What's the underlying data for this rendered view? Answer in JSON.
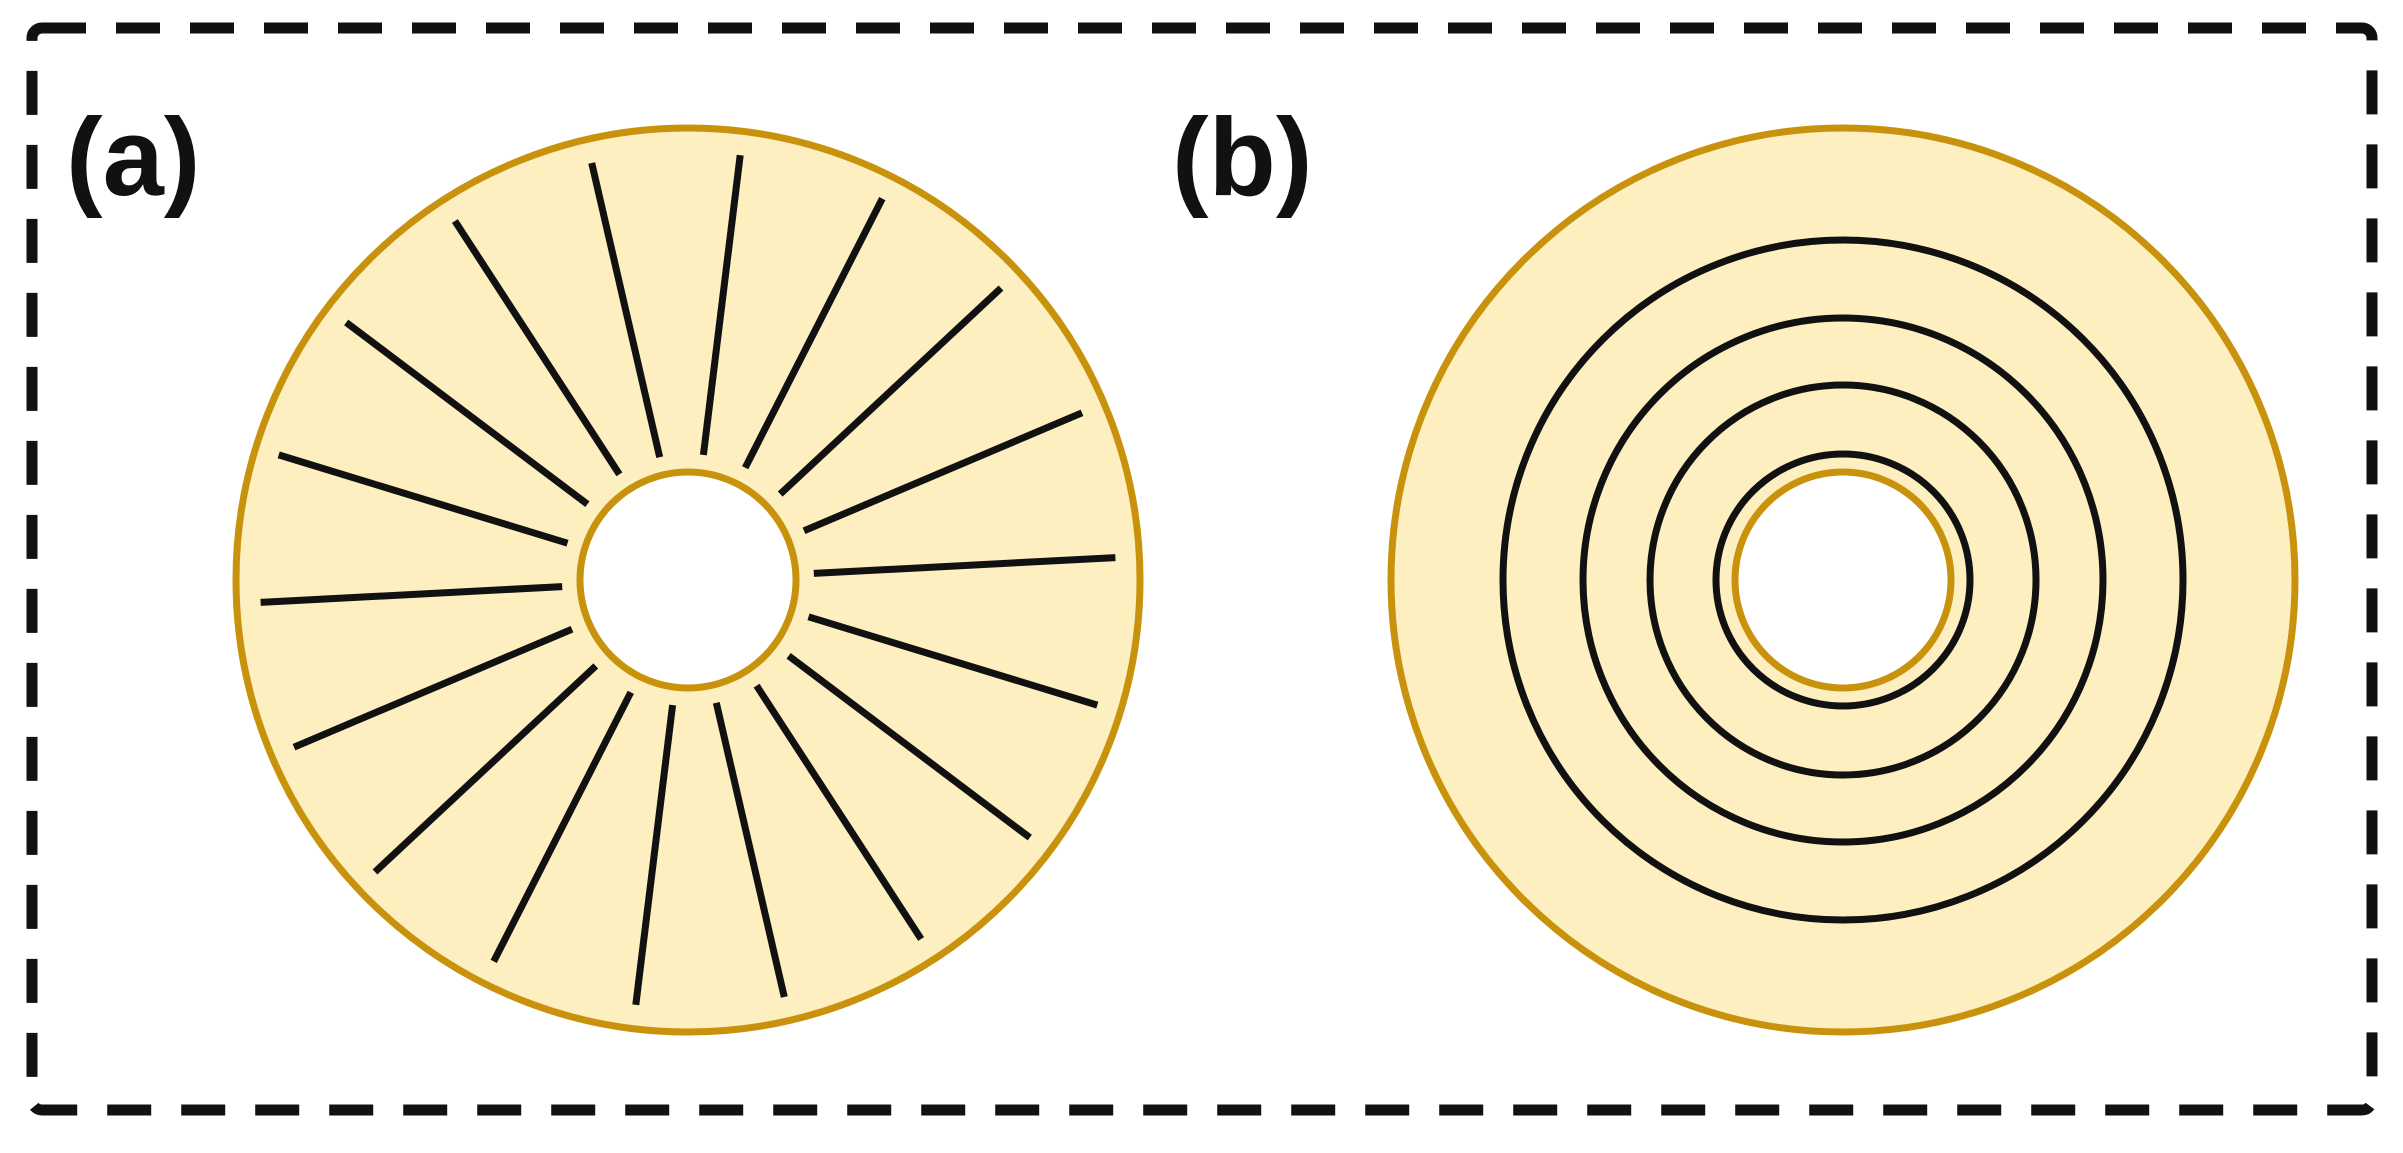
{
  "colors": {
    "frame": "#111111",
    "disk_fill": "#FDEFC0",
    "disk_outline": "#C9920D",
    "hole_fill": "#ffffff",
    "line": "#111111"
  },
  "panels": [
    {
      "label": "(a)",
      "pattern": "radial-lines",
      "line_count": 18
    },
    {
      "label": "(b)",
      "pattern": "concentric-circles",
      "ring_count": 4
    }
  ]
}
